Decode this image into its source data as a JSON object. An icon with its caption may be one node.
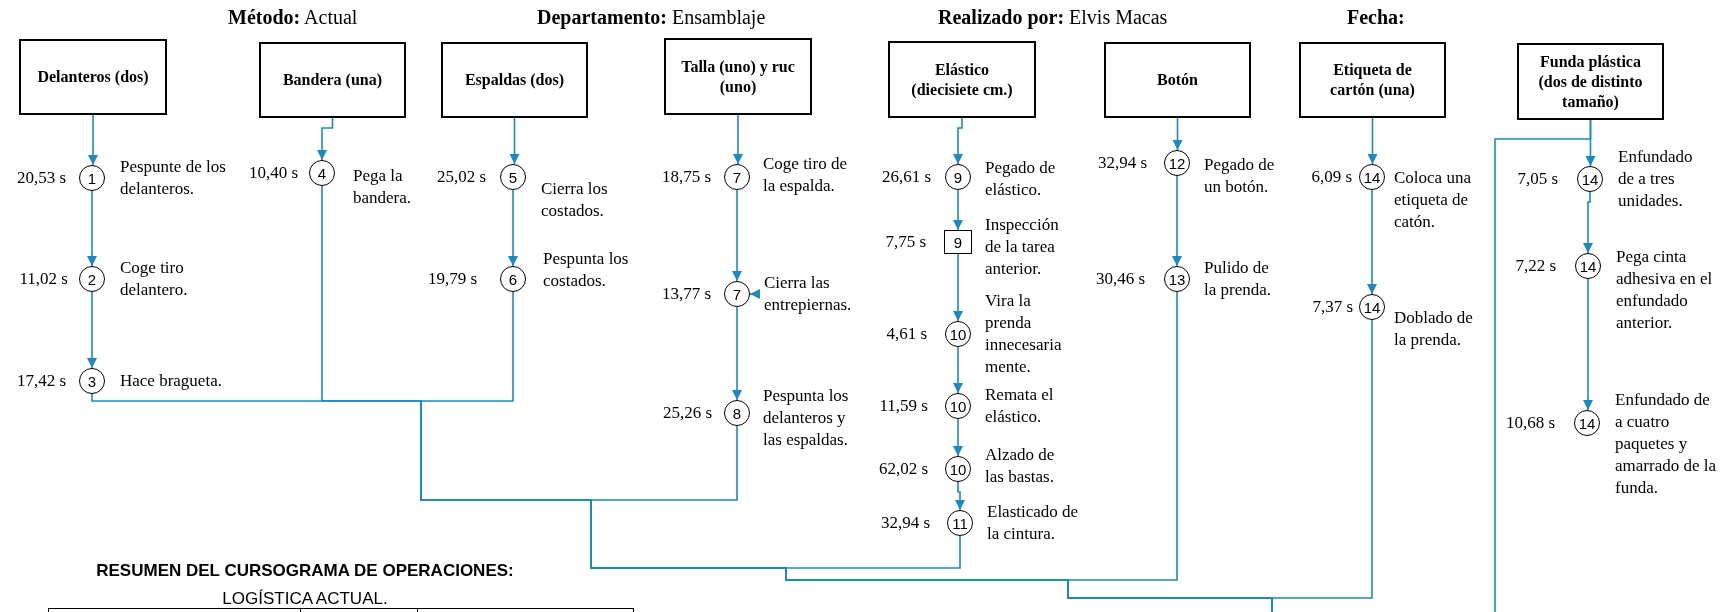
{
  "diagram": {
    "nodes": [
      {
        "text": [
          "Delanteros (dos)"
        ]
      },
      {
        "text": [
          "1"
        ],
        "beside": [
          "20,53 s",
          "Pespunte de los delanteros."
        ]
      },
      {
        "text": [
          "2"
        ],
        "beside": [
          "11,02 s",
          "Coge tiro delantero."
        ]
      },
      {
        "text": [
          "3"
        ],
        "beside": [
          "17,42 s",
          "Hace bragueta."
        ]
      },
      {
        "text": [
          "Bandera (una)"
        ]
      },
      {
        "text": [
          "4"
        ],
        "beside": [
          "10,40 s",
          "Pega la bandera."
        ]
      },
      {
        "text": [
          "Espaldas (dos)"
        ]
      },
      {
        "text": [
          "5"
        ],
        "beside": [
          "25,02 s",
          "Cierra los costados."
        ]
      },
      {
        "text": [
          "6"
        ],
        "beside": [
          "19,79 s",
          "Pespunta los costados."
        ]
      },
      {
        "text": [
          "Talla (uno) y ruc (uno)"
        ]
      },
      {
        "text": [
          "7"
        ],
        "beside": [
          "18,75 s",
          "Coge tiro de la espalda."
        ]
      },
      {
        "text": [
          "7"
        ],
        "beside": [
          "13,77 s",
          "Cierra las entrepiernas."
        ]
      },
      {
        "text": [
          "8"
        ],
        "beside": [
          "25,26 s",
          "Pespunta los delanteros y las espaldas."
        ]
      },
      {
        "text": [
          "Elástico (diecisiete cm.)"
        ]
      },
      {
        "text": [
          "9"
        ],
        "beside": [
          "26,61 s",
          "Pegado de elástico."
        ]
      },
      {
        "text": [
          "9"
        ],
        "beside": [
          "7,75 s",
          "Inspección de la tarea anterior."
        ]
      },
      {
        "text": [
          "10"
        ],
        "beside": [
          "4,61 s",
          "Vira la prenda innecesaria mente."
        ]
      },
      {
        "text": [
          "10"
        ],
        "beside": [
          "11,59 s",
          "Remata el elástico."
        ]
      },
      {
        "text": [
          "10"
        ],
        "beside": [
          "62,02 s",
          "Alzado de las bastas."
        ]
      },
      {
        "text": [
          "11"
        ],
        "beside": [
          "32,94 s",
          "Elasticado de la cintura."
        ]
      },
      {
        "text": [
          "Botón"
        ]
      },
      {
        "text": [
          "12"
        ],
        "beside": [
          "32,94 s",
          "Pegado de un botón."
        ]
      },
      {
        "text": [
          "13"
        ],
        "beside": [
          "30,46 s",
          "Pulido de la prenda."
        ]
      },
      {
        "text": [
          "Etiqueta de cartón (una)"
        ]
      },
      {
        "text": [
          "14"
        ],
        "beside": [
          "6,09 s",
          "Coloca una etiqueta de catón."
        ]
      },
      {
        "text": [
          "14"
        ],
        "beside": [
          "7,37 s",
          "Doblado de la prenda."
        ]
      },
      {
        "text": [
          "Funda plástica (dos de distinto tamaño)"
        ]
      },
      {
        "text": [
          "14"
        ],
        "beside": [
          "7,05 s",
          "Enfundado de a tres unidades."
        ]
      },
      {
        "text": [
          "14"
        ],
        "beside": [
          "7,22 s",
          "Pega cinta adhesiva en el enfundado anterior."
        ]
      },
      {
        "text": [
          "14"
        ],
        "beside": [
          "10,68 s",
          "Enfundado de a cuatro paquetes y amarrado de la funda."
        ]
      }
    ],
    "edges": [
      {
        "from": 0,
        "to": 1,
        "arrow": "to"
      },
      {
        "from": 1,
        "to": 2,
        "arrow": "to"
      },
      {
        "from": 2,
        "to": 3,
        "arrow": "to"
      },
      {
        "from": 4,
        "to": 5,
        "arrow": "to"
      },
      {
        "from": 6,
        "to": 7,
        "arrow": "to"
      },
      {
        "from": 7,
        "to": 8,
        "arrow": "to"
      },
      {
        "from": 9,
        "to": 10,
        "arrow": "to"
      },
      {
        "from": 10,
        "to": 11,
        "arrow": "to"
      },
      {
        "from": 11,
        "to": 12,
        "arrow": "to"
      },
      {
        "from": null,
        "to": 11,
        "arrow": "to"
      },
      {
        "from": 13,
        "to": 14,
        "arrow": "to"
      },
      {
        "from": 14,
        "to": 15,
        "arrow": "to"
      },
      {
        "from": 15,
        "to": 16,
        "arrow": "to"
      },
      {
        "from": 16,
        "to": 17,
        "arrow": "to"
      },
      {
        "from": 17,
        "to": 18,
        "arrow": "to"
      },
      {
        "from": 18,
        "to": 19,
        "arrow": "to"
      },
      {
        "from": 20,
        "to": 21,
        "arrow": "to"
      },
      {
        "from": 21,
        "to": 22,
        "arrow": "to"
      },
      {
        "from": 23,
        "to": 24,
        "arrow": "to"
      },
      {
        "from": 24,
        "to": 25,
        "arrow": "to"
      },
      {
        "from": 26,
        "to": 27,
        "arrow": "to"
      },
      {
        "from": 27,
        "to": 28,
        "arrow": "to"
      },
      {
        "from": 28,
        "to": 29,
        "arrow": "to"
      },
      {
        "from": 3,
        "to": null,
        "arrow": "none"
      },
      {
        "from": 5,
        "to": null,
        "arrow": "none"
      },
      {
        "from": 8,
        "to": null,
        "arrow": "none"
      },
      {
        "from": 12,
        "to": null,
        "arrow": "none"
      },
      {
        "from": 19,
        "to": null,
        "arrow": "none"
      },
      {
        "from": 22,
        "to": null,
        "arrow": "none"
      },
      {
        "from": 25,
        "to": null,
        "arrow": "none"
      },
      {
        "from": 26,
        "to": null,
        "arrow": "none"
      }
    ],
    "labels": [
      "**Método:** Actual",
      "**Departamento:** Ensamblaje",
      "**Realizado por:** Elvis Macas",
      "Fecha:",
      "RESUMEN DEL CURSOGRAMA DE OPERACIONES:",
      "LOGÍSTICA ACTUAL."
    ]
  }
}
